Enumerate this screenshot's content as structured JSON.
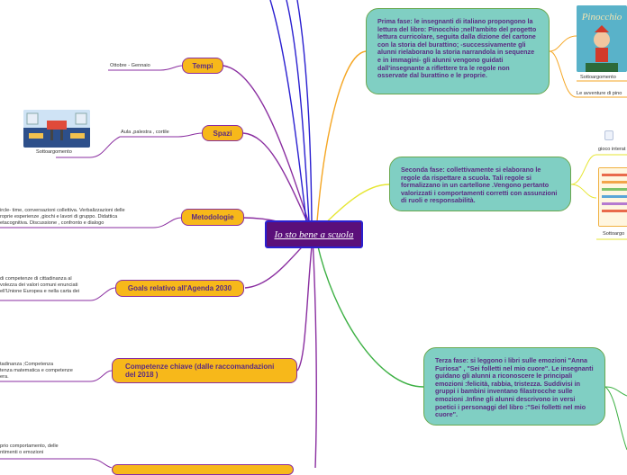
{
  "central": {
    "title": "Io sto bene a scuola"
  },
  "branches": {
    "tempi": {
      "label": "Tempi",
      "detail": "Ottobre - Gennaio"
    },
    "spazi": {
      "label": "Spazi",
      "detail": "Aula ,palestra , cortile",
      "image_caption": "Sottoargomento"
    },
    "metodologie": {
      "label": "Metodologie",
      "detail": [
        "ircle- time, conversazioni collettiva. Verbalizzazioni delle",
        "roprie esperienze ,giochi e lavori di gruppo. Didattica",
        "etacognitiva. Discussione , confronto e dialogo"
      ]
    },
    "goals": {
      "label": "Goals relativo all'Agenda 2030",
      "detail": [
        "di competenze di cittadinanza al",
        "volezza dei valori comuni enunciati",
        "ell'Unione Europea e nella carta dei"
      ]
    },
    "competenze": {
      "label": "Competenze chiave (dalle raccomandazioni del 2018 )",
      "detail": [
        "tadinanza ;Competenza",
        "tenza matematica e competenze",
        "era."
      ]
    },
    "bottom_detail": [
      "prio comportamento, delle",
      "ntimenti o emozioni"
    ]
  },
  "phases": {
    "first": {
      "text": "Prima fase: le insegnanti di italiano propongono la lettura del libro: Pinocchio ;nell'ambito del progetto lettura curricolare, seguita dalla dizione del cartone con la storia del burattino; -successivamente gli alunni rielaborano la storia narrandola in sequenze e in immagini- gli alunni vengono guidati dall'insegnante a riflettere tra le regole non osservate dal burattino e le proprie.",
      "image_title": "Pinocchio",
      "image_caption": "Sottoargomento",
      "link_text": "Le avventure di pino"
    },
    "second": {
      "text": "Seconda fase: collettivamente si elaborano le regole da rispettare a scuola. Tali regole si formalizzano in un cartellone .Vengono pertanto valorizzati i comportamenti corretti con assunzioni di ruoli e responsabilità.",
      "link_text": "gioco interat",
      "image_caption": "Sottoargo"
    },
    "third": {
      "text": "Terza fase: si leggono i libri sulle emozioni \"Anna Furiosa\" , \"Sei folletti nel mio cuore\". Le insegnanti guidano gli alunni a riconoscere le principali emozioni :felicità, rabbia, tristezza. Suddivisi in gruppi i bambini inventano filastrocche sulle emozioni .Infine gli alunni descrivono in versi poetici i personaggi del libro :\"Sei folletti nel mio cuore\"."
    }
  },
  "colors": {
    "central_bg": "#5b0f7a",
    "node_yellow": "#f7b81a",
    "node_teal": "#80cfc3",
    "line_purple": "#8a2ea0",
    "line_blue": "#2a1fd0",
    "line_orange": "#f5a623",
    "line_yellowgreen": "#e6e632",
    "line_green": "#3cb043"
  }
}
